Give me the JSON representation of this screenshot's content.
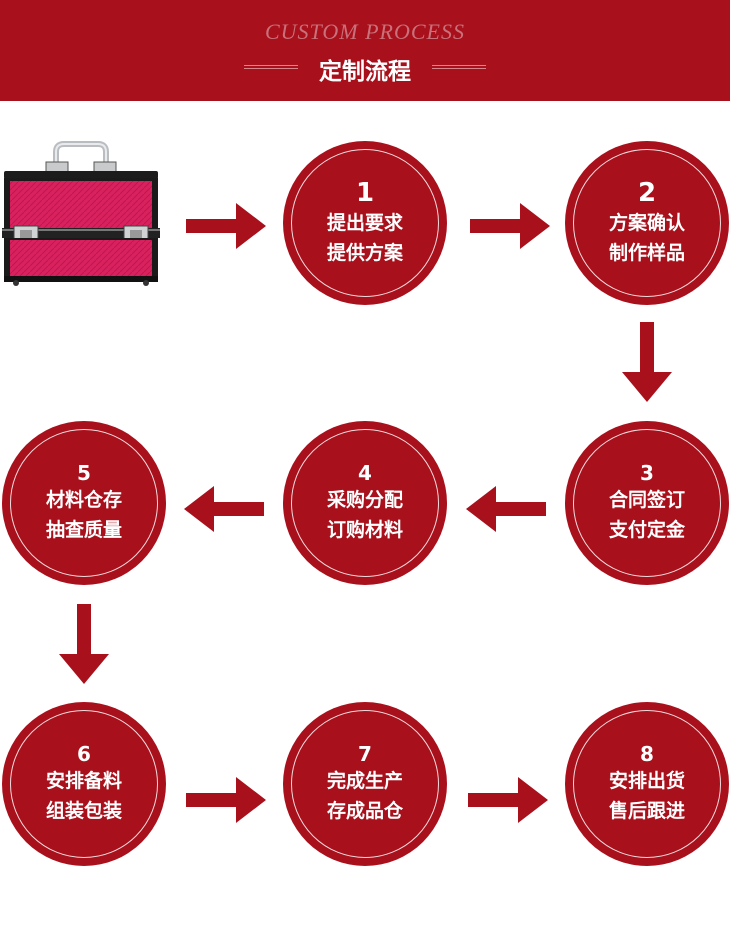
{
  "header": {
    "subtitle_en": "CUSTOM PROCESS",
    "title_cn": "定制流程"
  },
  "product_image": "cosmetic-case-pink",
  "colors": {
    "primary": "#a8101c",
    "background": "#ffffff"
  },
  "steps": [
    {
      "num": "1",
      "line1": "提出要求",
      "line2": "提供方案"
    },
    {
      "num": "2",
      "line1": "方案确认",
      "line2": "制作样品"
    },
    {
      "num": "3",
      "line1": "合同签订",
      "line2": "支付定金"
    },
    {
      "num": "4",
      "line1": "采购分配",
      "line2": "订购材料"
    },
    {
      "num": "5",
      "line1": "材料仓存",
      "line2": "抽查质量"
    },
    {
      "num": "6",
      "line1": "安排备料",
      "line2": "组装包装"
    },
    {
      "num": "7",
      "line1": "完成生产",
      "line2": "存成品仓"
    },
    {
      "num": "8",
      "line1": "安排出货",
      "line2": "售后跟进"
    }
  ]
}
